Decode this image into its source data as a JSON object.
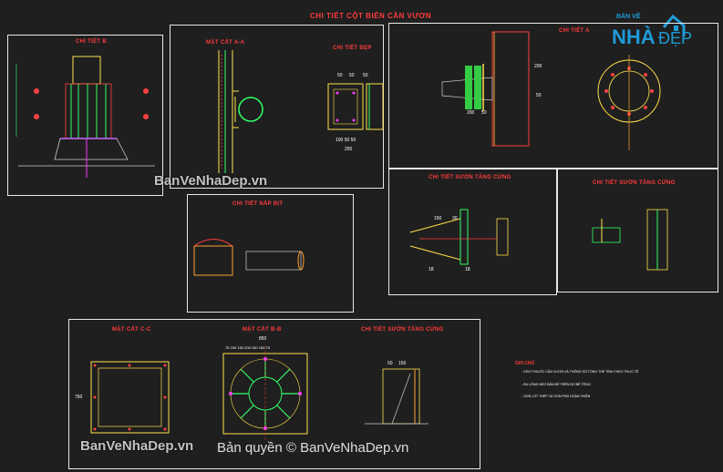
{
  "main_title": "CHI TIẾT CỘT BIỂN CẦN VƯƠN",
  "logo": {
    "top": "BẢN VẼ",
    "left": "NHÀ",
    "right": "ĐẸP"
  },
  "panels": {
    "b": {
      "title": "CHI TIẾT B"
    },
    "a_a": {
      "title": "MẶT CẮT A-A"
    },
    "dep": {
      "title": "CHI TIẾT ĐẸP"
    },
    "a": {
      "title": "CHI TIẾT A"
    },
    "nap_bit": {
      "title": "CHI TIẾT NẮP BỊT"
    },
    "suon1": {
      "title": "CHI TIẾT SƯỜN TĂNG CỨNG"
    },
    "suon2": {
      "title": "CHI TIẾT SƯỜN TĂNG CỨNG"
    },
    "c_c": {
      "title": "MẶT CẮT C-C"
    },
    "b_b": {
      "title": "MẶT CẮT B-B"
    },
    "suon3": {
      "title": "CHI TIẾT SƯỜN TĂNG CỨNG"
    }
  },
  "dims": {
    "a_200": "200",
    "a_50a": "50",
    "a_200b": "200",
    "a_50b": "50",
    "dep_50a": "50",
    "dep_50b": "50",
    "dep_50c": "50",
    "dep_250": "250",
    "dep_100": "100 50 50",
    "s1_150": "150",
    "s1_30": "30",
    "s1_18a": "18",
    "s1_18b": "18",
    "bb_850": "850",
    "bb_row": "75 150 150 200 150 150 75",
    "cc_750": "750",
    "s3_50": "50",
    "s3_150": "150"
  },
  "notes": {
    "title": "GHI CHÚ",
    "lines": [
      "- KÍCH THƯỚC CẦN VƯƠN VÀ THÔNG SỐ TỔNG THỂ TÍNH THEO THỰC TẾ",
      "- BU LÔNG NEO BẢN ĐẾ TRÊN ĐỔ BÊ TÔNG",
      "- SƠN LÓT THÉP VÀ SƠN PHỦ HOÀN THIỆN"
    ]
  },
  "watermarks": {
    "w1": "BanVeNhaDep.vn",
    "w2": "BanVeNhaDep.vn",
    "w3": "Bản quyền © BanVeNhaDep.vn"
  }
}
